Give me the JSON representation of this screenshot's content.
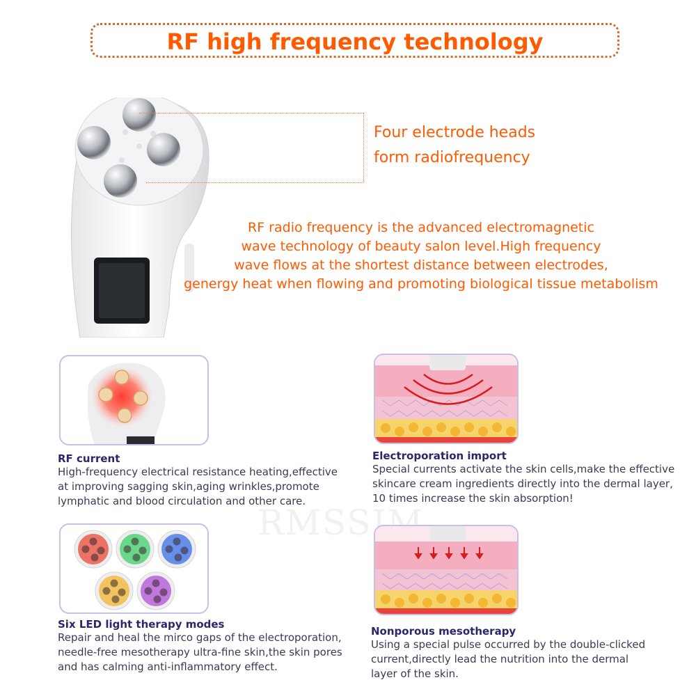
{
  "header": {
    "title": "RF high frequency technology"
  },
  "callout": {
    "line1": "Four electrode heads",
    "line2": "form radiofrequency"
  },
  "description": {
    "line1": "RF radio frequency is the advanced electromagnetic",
    "line2": "wave technology of beauty salon level.High frequency",
    "line3": "wave flows at the shortest distance between electrodes,",
    "line4": "genergy heat when flowing and promoting biological tissue metabolism"
  },
  "features": [
    {
      "title": "RF current",
      "lines": [
        "High-frequency electrical resistance heating,effective",
        "at improving sagging skin,aging wrinkles,promote",
        "lymphatic and blood circulation and other care."
      ]
    },
    {
      "title": "Electroporation import",
      "lines": [
        "Special currents activate the skin cells,make the effective",
        "skincare cream ingredients directly into the dermal layer,",
        "10 times increase the skin absorption!"
      ]
    },
    {
      "title": "Six LED light therapy modes",
      "lines": [
        "Repair and heal the mirco gaps of the electroporation,",
        "needle-free mesotherapy ultra-fine skin,the skin pores",
        "and has calming anti-inflammatory effect."
      ]
    },
    {
      "title": "Nonporous mesotherapy",
      "lines": [
        "Using a special pulse occurred by the double-clicked",
        "current,directly lead the nutrition into the dermal",
        "layer of the skin."
      ]
    }
  ],
  "watermark": "RMSSIM",
  "colors": {
    "accent": "#ff5a00",
    "panel_border": "#c7c0e4",
    "title_text": "#28286a"
  },
  "led_colors": [
    "#e94a3a",
    "#3fcf6a",
    "#3a6fe8",
    "#f2b530",
    "#b04fd8"
  ]
}
